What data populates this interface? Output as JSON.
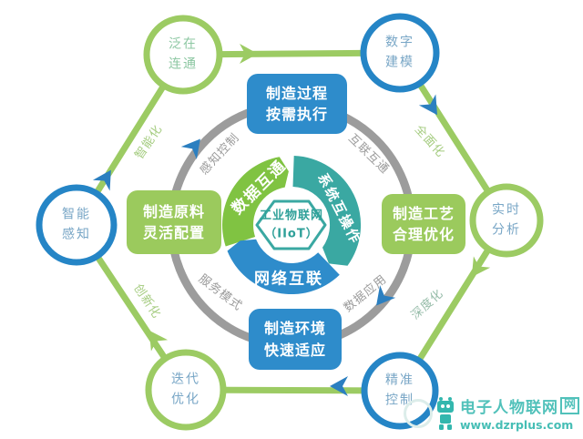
{
  "center": {
    "title": "工业物联网\n（IIoT）"
  },
  "segments": [
    {
      "label": "数据互通"
    },
    {
      "label": "系统互操作"
    },
    {
      "label": "网络互联"
    }
  ],
  "ring": {
    "labels": [
      "感知控制",
      "互联互通",
      "数据应用",
      "服务模式"
    ]
  },
  "boxes": [
    {
      "label": "制造过程\n按需执行"
    },
    {
      "label": "制造工艺\n合理优化"
    },
    {
      "label": "制造环境\n快速适应"
    },
    {
      "label": "制造原料\n灵活配置"
    }
  ],
  "nodes": [
    {
      "label": "泛在\n连通"
    },
    {
      "label": "数字\n建模"
    },
    {
      "label": "实时\n分析"
    },
    {
      "label": "精准\n控制"
    },
    {
      "label": "迭代\n优化"
    },
    {
      "label": "智能\n感知"
    }
  ],
  "edge_labels": [
    "智能化",
    "全面化",
    "深度化",
    "创新化"
  ],
  "watermark": {
    "brand": "电子人物联网",
    "brand_mark": "网",
    "url": "www.dzrplus.com"
  },
  "colors": {
    "green": "#9CCB63",
    "segment_green": "#80C342",
    "blue": "#2E8CCB",
    "circle_blue": "#2585C6",
    "arrow_blue": "#2B7FC0",
    "teal": "#3AA8A2",
    "ring_gray": "#9C9C9C",
    "watermark_teal": "#33B7AE"
  }
}
